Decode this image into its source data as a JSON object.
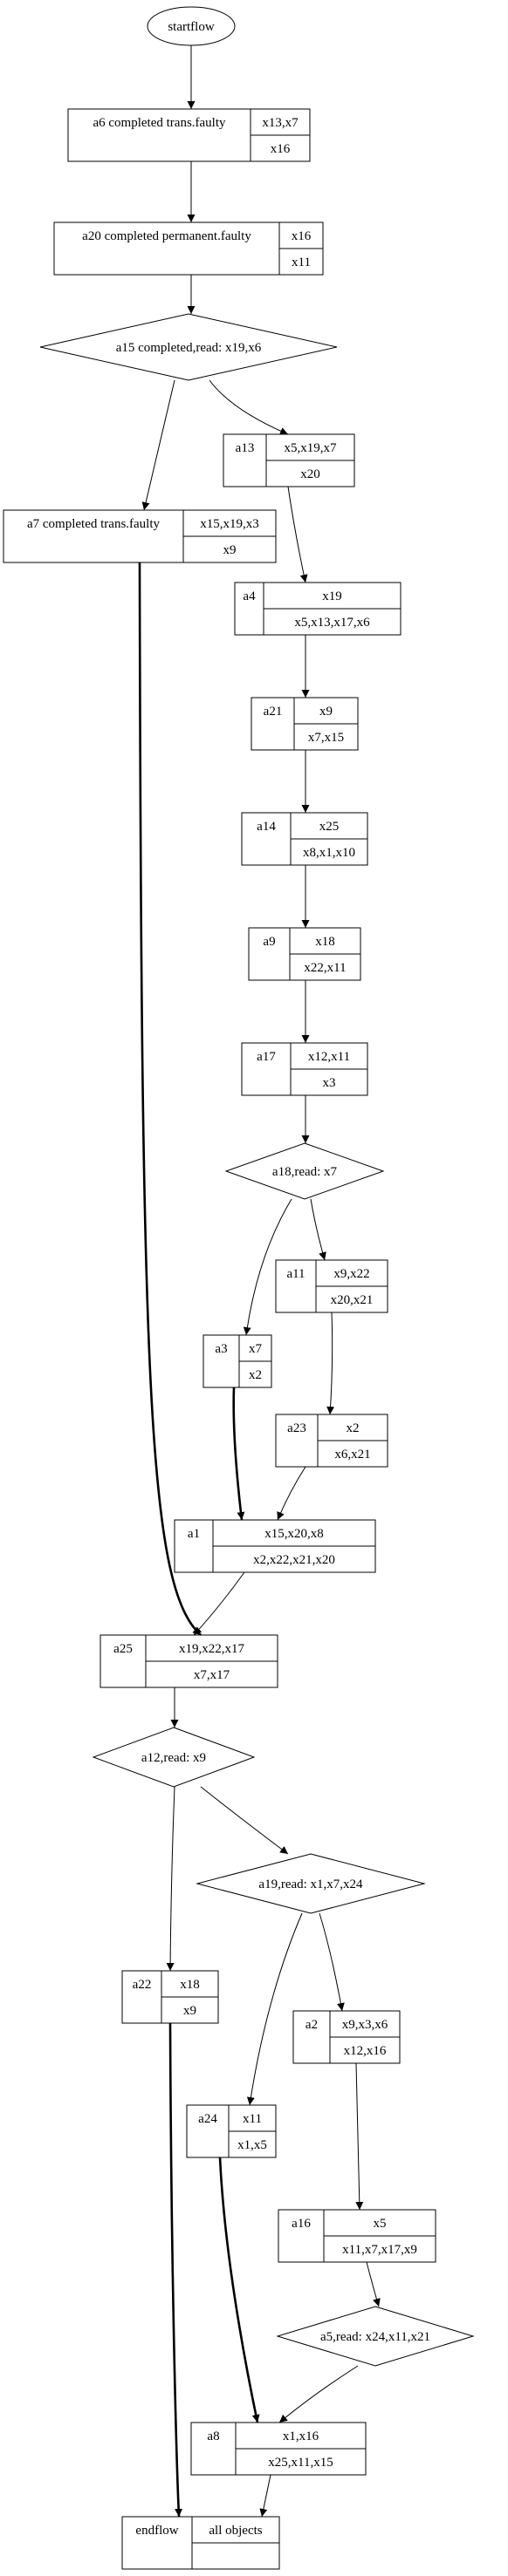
{
  "nodes": {
    "startflow": {
      "type": "ellipse",
      "label": "startflow"
    },
    "a6": {
      "type": "record",
      "id": "a6 completed trans.faulty",
      "top": "x13,x7",
      "bottom": "x16"
    },
    "a20": {
      "type": "record",
      "id": "a20 completed permanent.faulty",
      "top": "x16",
      "bottom": "x11"
    },
    "a15": {
      "type": "diamond",
      "label": "a15 completed,read: x19,x6"
    },
    "a13": {
      "type": "record",
      "id": "a13",
      "top": "x5,x19,x7",
      "bottom": "x20"
    },
    "a7": {
      "type": "record",
      "id": "a7 completed trans.faulty",
      "top": "x15,x19,x3",
      "bottom": "x9"
    },
    "a4": {
      "type": "record",
      "id": "a4",
      "top": "x19",
      "bottom": "x5,x13,x17,x6"
    },
    "a21": {
      "type": "record",
      "id": "a21",
      "top": "x9",
      "bottom": "x7,x15"
    },
    "a14": {
      "type": "record",
      "id": "a14",
      "top": "x25",
      "bottom": "x8,x1,x10"
    },
    "a9": {
      "type": "record",
      "id": "a9",
      "top": "x18",
      "bottom": "x22,x11"
    },
    "a17": {
      "type": "record",
      "id": "a17",
      "top": "x12,x11",
      "bottom": "x3"
    },
    "a18": {
      "type": "diamond",
      "label": "a18,read: x7"
    },
    "a11": {
      "type": "record",
      "id": "a11",
      "top": "x9,x22",
      "bottom": "x20,x21"
    },
    "a3": {
      "type": "record",
      "id": "a3",
      "top": "x7",
      "bottom": "x2"
    },
    "a23": {
      "type": "record",
      "id": "a23",
      "top": "x2",
      "bottom": "x6,x21"
    },
    "a1": {
      "type": "record",
      "id": "a1",
      "top": "x15,x20,x8",
      "bottom": "x2,x22,x21,x20"
    },
    "a25": {
      "type": "record",
      "id": "a25",
      "top": "x19,x22,x17",
      "bottom": "x7,x17"
    },
    "a12": {
      "type": "diamond",
      "label": "a12,read: x9"
    },
    "a19": {
      "type": "diamond",
      "label": "a19,read: x1,x7,x24"
    },
    "a22": {
      "type": "record",
      "id": "a22",
      "top": "x18",
      "bottom": "x9"
    },
    "a2": {
      "type": "record",
      "id": "a2",
      "top": "x9,x3,x6",
      "bottom": "x12,x16"
    },
    "a24": {
      "type": "record",
      "id": "a24",
      "top": "x11",
      "bottom": "x1,x5"
    },
    "a16": {
      "type": "record",
      "id": "a16",
      "top": "x5",
      "bottom": "x11,x7,x17,x9"
    },
    "a5": {
      "type": "diamond",
      "label": "a5,read: x24,x11,x21"
    },
    "a8": {
      "type": "record",
      "id": "a8",
      "top": "x1,x16",
      "bottom": "x25,x11,x15"
    },
    "endflow": {
      "type": "record",
      "id": "endflow",
      "top": "all objects",
      "bottom": ""
    }
  },
  "edges": [
    {
      "from": "startflow",
      "to": "a6",
      "bold": false
    },
    {
      "from": "a6",
      "to": "a20",
      "bold": false
    },
    {
      "from": "a20",
      "to": "a15",
      "bold": false
    },
    {
      "from": "a15",
      "to": "a13",
      "bold": false
    },
    {
      "from": "a15",
      "to": "a7",
      "bold": false
    },
    {
      "from": "a13",
      "to": "a4",
      "bold": false
    },
    {
      "from": "a4",
      "to": "a21",
      "bold": false
    },
    {
      "from": "a21",
      "to": "a14",
      "bold": false
    },
    {
      "from": "a14",
      "to": "a9",
      "bold": false
    },
    {
      "from": "a9",
      "to": "a17",
      "bold": false
    },
    {
      "from": "a17",
      "to": "a18",
      "bold": false
    },
    {
      "from": "a18",
      "to": "a11",
      "bold": false
    },
    {
      "from": "a18",
      "to": "a3",
      "bold": false
    },
    {
      "from": "a11",
      "to": "a23",
      "bold": false
    },
    {
      "from": "a3",
      "to": "a1",
      "bold": true
    },
    {
      "from": "a23",
      "to": "a1",
      "bold": false
    },
    {
      "from": "a7",
      "to": "a25",
      "bold": true
    },
    {
      "from": "a1",
      "to": "a25",
      "bold": false
    },
    {
      "from": "a25",
      "to": "a12",
      "bold": false
    },
    {
      "from": "a12",
      "to": "a22",
      "bold": false
    },
    {
      "from": "a12",
      "to": "a19",
      "bold": false
    },
    {
      "from": "a19",
      "to": "a2",
      "bold": false
    },
    {
      "from": "a19",
      "to": "a24",
      "bold": false
    },
    {
      "from": "a2",
      "to": "a16",
      "bold": false
    },
    {
      "from": "a16",
      "to": "a5",
      "bold": false
    },
    {
      "from": "a24",
      "to": "a8",
      "bold": true
    },
    {
      "from": "a5",
      "to": "a8",
      "bold": false
    },
    {
      "from": "a22",
      "to": "endflow",
      "bold": true
    },
    {
      "from": "a8",
      "to": "endflow",
      "bold": false
    }
  ]
}
